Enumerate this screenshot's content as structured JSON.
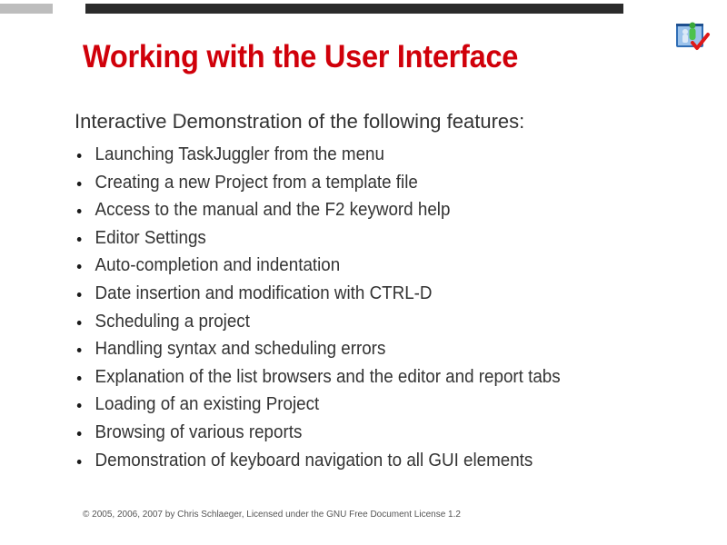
{
  "slide": {
    "title": "Working with the User Interface",
    "intro": "Interactive Demonstration of the following features:",
    "bullets": [
      "Launching TaskJuggler from the menu",
      "Creating a new Project from a template file",
      "Access to the manual and the F2 keyword help",
      "Editor Settings",
      "Auto-completion and indentation",
      "Date insertion and modification with CTRL-D",
      "Scheduling a project",
      "Handling syntax and scheduling errors",
      "Explanation of the list browsers and the editor and report tabs",
      "Loading of an existing Project",
      "Browsing of various reports",
      "Demonstration of keyboard navigation to all GUI elements"
    ],
    "footer": "© 2005, 2006, 2007 by Chris Schlaeger, Licensed under the GNU Free Document License 1.2",
    "logo_icon": "taskjuggler-project-check-icon",
    "colors": {
      "title": "#d0000a",
      "text": "#333333",
      "top_bar_gray": "#bdbdbd",
      "top_bar_dark": "#2b2b2b"
    }
  }
}
